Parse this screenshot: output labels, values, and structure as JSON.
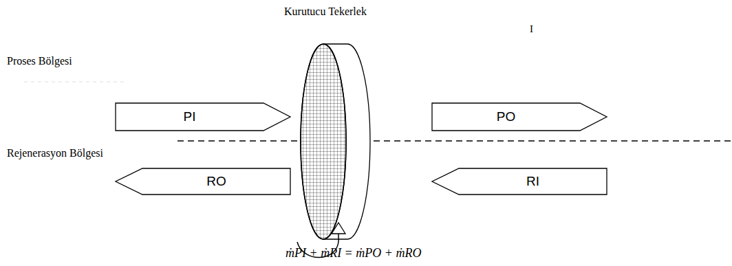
{
  "diagram": {
    "nodes": [
      {
        "text": [
          "PI"
        ]
      },
      {
        "text": [
          "PO"
        ]
      },
      {
        "text": [
          "RO"
        ]
      },
      {
        "text": [
          "RI"
        ]
      }
    ],
    "labels": [
      "Kurutucu Tekerlek",
      "I",
      "Proses Bölgesi",
      "Rejenerasyon Bölgesi",
      "ṁPI + ṁRI = ṁPO + ṁRO"
    ]
  }
}
